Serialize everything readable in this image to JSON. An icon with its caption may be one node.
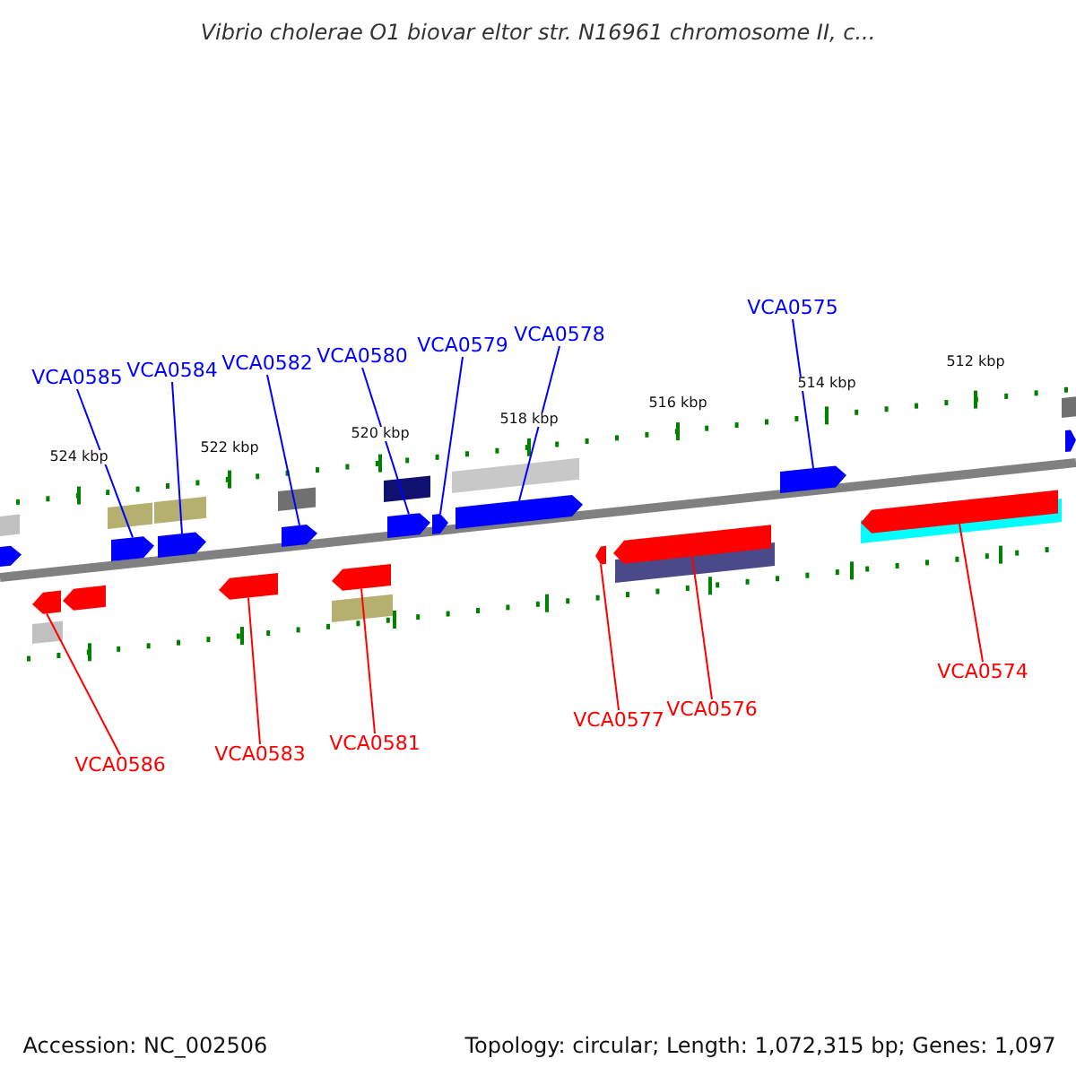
{
  "diagram": {
    "title": "Vibrio cholerae O1 biovar eltor str. N16961 chromosome II, c...",
    "nodes": [
      {
        "text": [
          "VCA0585"
        ]
      },
      {
        "text": [
          "VCA0584"
        ]
      },
      {
        "text": [
          "VCA0582"
        ]
      },
      {
        "text": [
          "VCA0580"
        ]
      },
      {
        "text": [
          "VCA0579"
        ]
      },
      {
        "text": [
          "VCA0578"
        ]
      },
      {
        "text": [
          "VCA0575"
        ]
      },
      {
        "text": [
          "VCA0586"
        ]
      },
      {
        "text": [
          "VCA0583"
        ]
      },
      {
        "text": [
          "VCA0581"
        ]
      },
      {
        "text": [
          "VCA0577"
        ]
      },
      {
        "text": [
          "VCA0576"
        ]
      },
      {
        "text": [
          "VCA0574"
        ]
      },
      {
        "text": [],
        "shape": "arrow"
      },
      {
        "text": [],
        "shape": "arrow"
      },
      {
        "text": [],
        "shape": "arrow"
      },
      {
        "text": [],
        "shape": "arrow"
      },
      {
        "text": [],
        "shape": "arrow"
      },
      {
        "text": [],
        "shape": "arrow"
      },
      {
        "text": [],
        "shape": "arrow"
      },
      {
        "text": [],
        "shape": "arrow"
      },
      {
        "text": [],
        "shape": "arrow"
      },
      {
        "text": [],
        "shape": "arrow"
      },
      {
        "text": [],
        "shape": "arrow"
      },
      {
        "text": [],
        "shape": "arrow"
      },
      {
        "text": [],
        "shape": "arrow"
      },
      {
        "text": [],
        "shape": "bar"
      },
      {
        "text": [],
        "shape": "bar"
      }
    ],
    "edges": [
      {
        "from": 0,
        "to": 13,
        "arrow": "none"
      },
      {
        "from": 1,
        "to": 14,
        "arrow": "none"
      },
      {
        "from": 2,
        "to": 15,
        "arrow": "none"
      },
      {
        "from": 3,
        "to": 16,
        "arrow": "none"
      },
      {
        "from": 4,
        "to": 17,
        "arrow": "none"
      },
      {
        "from": 5,
        "to": 18,
        "arrow": "none"
      },
      {
        "from": 6,
        "to": 19,
        "arrow": "none"
      },
      {
        "from": 7,
        "to": 20,
        "arrow": "none",
        "color": "#ff0000"
      },
      {
        "from": 8,
        "to": 21,
        "arrow": "none",
        "color": "#ff0000"
      },
      {
        "from": 9,
        "to": 22,
        "arrow": "none",
        "color": "#ff0000"
      },
      {
        "from": 10,
        "to": 23,
        "arrow": "none",
        "color": "#ff0000"
      },
      {
        "from": 11,
        "to": 24,
        "arrow": "none",
        "color": "#ff0000"
      },
      {
        "from": 12,
        "to": 25,
        "arrow": "none",
        "color": "#ff0000"
      }
    ],
    "labels": [
      "524 kbp",
      "522 kbp",
      "520 kbp",
      "518 kbp",
      "516 kbp",
      "514 kbp",
      "512 kbp",
      "Accession: NC_002506",
      "Topology: circular; Length: 1,072,315 bp; Genes: 1,097"
    ]
  }
}
